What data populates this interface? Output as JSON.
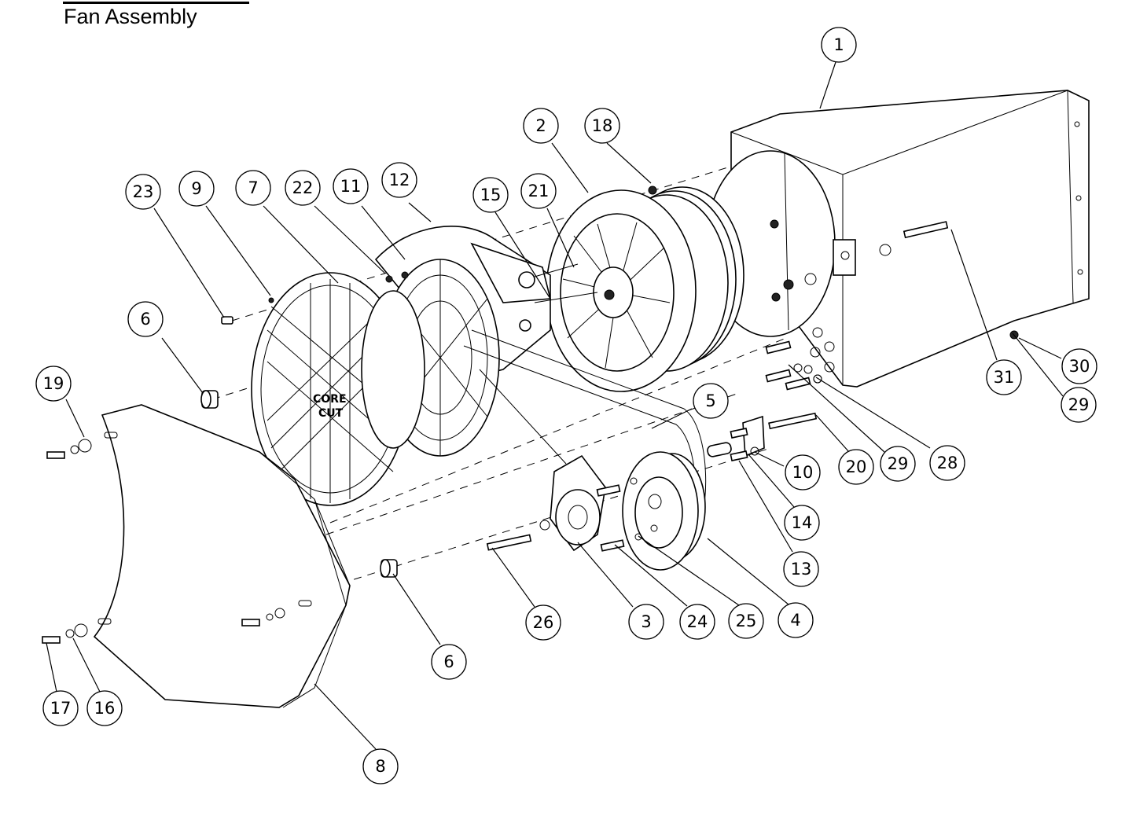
{
  "title": "Fan Assembly",
  "logo_text": [
    "CORE",
    "CUT"
  ],
  "callouts": [
    {
      "id": "c1",
      "label": "1"
    },
    {
      "id": "c2",
      "label": "2"
    },
    {
      "id": "c18",
      "label": "18"
    },
    {
      "id": "c23",
      "label": "23"
    },
    {
      "id": "c9",
      "label": "9"
    },
    {
      "id": "c7",
      "label": "7"
    },
    {
      "id": "c22",
      "label": "22"
    },
    {
      "id": "c11",
      "label": "11"
    },
    {
      "id": "c12",
      "label": "12"
    },
    {
      "id": "c15",
      "label": "15"
    },
    {
      "id": "c21",
      "label": "21"
    },
    {
      "id": "c6a",
      "label": "6"
    },
    {
      "id": "c19",
      "label": "19"
    },
    {
      "id": "c5",
      "label": "5"
    },
    {
      "id": "c31",
      "label": "31"
    },
    {
      "id": "c30",
      "label": "30"
    },
    {
      "id": "c29a",
      "label": "29"
    },
    {
      "id": "c20",
      "label": "20"
    },
    {
      "id": "c29b",
      "label": "29"
    },
    {
      "id": "c28",
      "label": "28"
    },
    {
      "id": "c10",
      "label": "10"
    },
    {
      "id": "c14",
      "label": "14"
    },
    {
      "id": "c13",
      "label": "13"
    },
    {
      "id": "c26",
      "label": "26"
    },
    {
      "id": "c3",
      "label": "3"
    },
    {
      "id": "c24",
      "label": "24"
    },
    {
      "id": "c25",
      "label": "25"
    },
    {
      "id": "c4",
      "label": "4"
    },
    {
      "id": "c6b",
      "label": "6"
    },
    {
      "id": "c17",
      "label": "17"
    },
    {
      "id": "c16",
      "label": "16"
    },
    {
      "id": "c8",
      "label": "8"
    }
  ]
}
